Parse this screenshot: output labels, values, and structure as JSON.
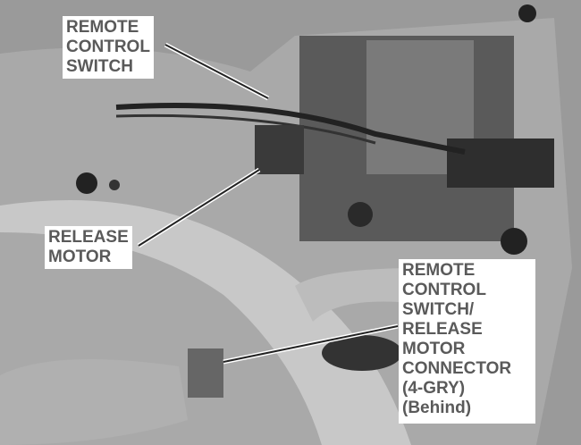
{
  "image": {
    "description": "Black-and-white photo of a vehicle sliding door interior panel with lock mechanism, cables, and connectors",
    "labels": [
      {
        "id": "remote-control-switch",
        "lines": [
          "REMOTE",
          "CONTROL",
          "SWITCH"
        ]
      },
      {
        "id": "release-motor",
        "lines": [
          "RELEASE",
          "MOTOR"
        ]
      },
      {
        "id": "connector",
        "lines": [
          "REMOTE",
          "CONTROL",
          "SWITCH/",
          "RELEASE",
          "MOTOR",
          "CONNECTOR",
          "(4-GRY)",
          "(Behind)"
        ]
      }
    ]
  },
  "label1": {
    "l1": "REMOTE",
    "l2": "CONTROL",
    "l3": "SWITCH"
  },
  "label2": {
    "l1": "RELEASE",
    "l2": "MOTOR"
  },
  "label3": {
    "l1": "REMOTE",
    "l2": "CONTROL",
    "l3": "SWITCH/",
    "l4": "RELEASE",
    "l5": "MOTOR",
    "l6": "CONNECTOR",
    "l7": "(4-GRY)",
    "l8": "(Behind)"
  }
}
